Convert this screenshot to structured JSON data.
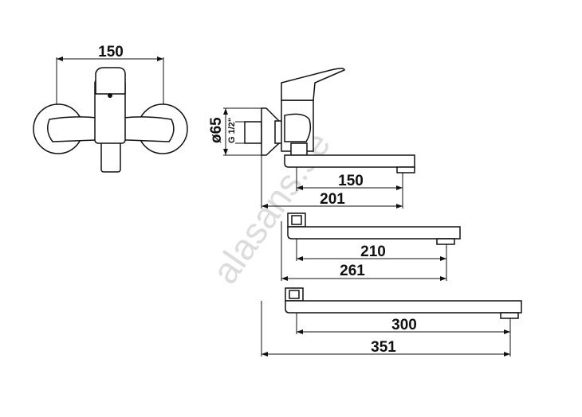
{
  "dimensions": {
    "front_width": "150",
    "rosette_diameter": "ø65",
    "thread": "G 1/2\"",
    "spout1_reach": "150",
    "spout1_total": "201",
    "spout2_reach": "210",
    "spout2_total": "261",
    "spout3_reach": "300",
    "spout3_total": "351"
  },
  "watermark": "alasans.se"
}
